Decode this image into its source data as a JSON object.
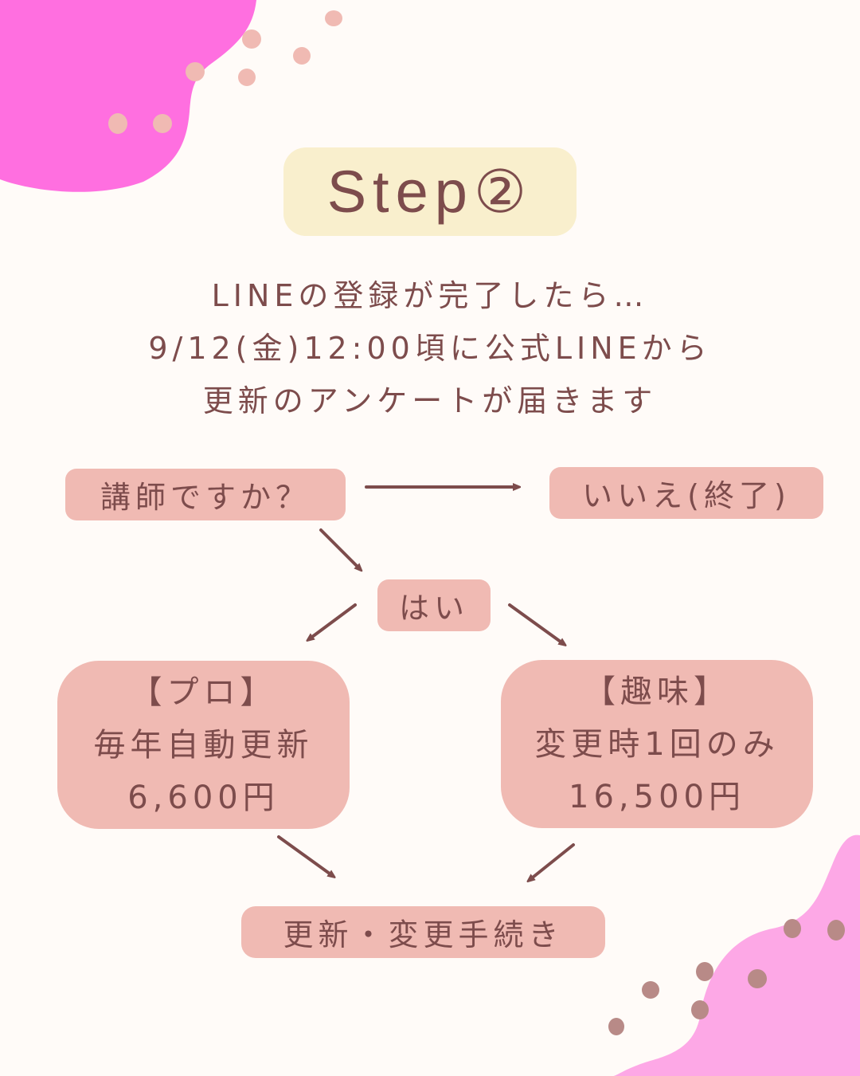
{
  "colors": {
    "background": "#fffbf8",
    "text": "#7d4c4c",
    "title_box": "#f9efcd",
    "node_fill": "#f0bab3",
    "blob_top_left": "#ff6fe0",
    "blob_bottom_right": "#fda8e6",
    "dots_top": "#f0bab3",
    "dots_bottom": "#b88a87",
    "arrow": "#7d4c4c"
  },
  "title": "Step②",
  "intro": {
    "line1": "LINEの登録が完了したら…",
    "line2": "9/12(金)12:00頃に公式LINEから",
    "line3": "更新のアンケートが届きます"
  },
  "flow": {
    "question": "講師ですか？",
    "no_answer": "いいえ(終了)",
    "yes_answer": "はい",
    "pro": {
      "heading": "【プロ】",
      "description": "毎年自動更新",
      "price": "6,600円"
    },
    "hobby": {
      "heading": "【趣味】",
      "description": "変更時1回のみ",
      "price": "16,500円"
    },
    "final": "更新・変更手続き"
  }
}
